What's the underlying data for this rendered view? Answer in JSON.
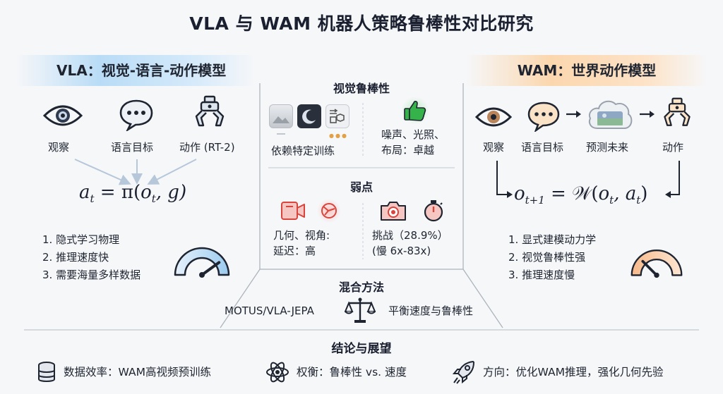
{
  "title": "VLA 与 WAM 机器人策略鲁棒性对比研究",
  "vla": {
    "heading": "VLA：视觉-语言-动作模型",
    "icons": [
      {
        "label": "观察",
        "icon": "eye-icon"
      },
      {
        "label": "语言目标",
        "icon": "speech-bubble-icon"
      },
      {
        "label": "动作 (RT-2)",
        "icon": "robot-gripper-icon"
      }
    ],
    "formula": {
      "lhs": "a",
      "lhs_sub": "t",
      "eq": " = π(",
      "o": "o",
      "o_sub": "t",
      "rest": ", g)"
    },
    "points": [
      "1. 隐式学习物理",
      "2. 推理速度快",
      "3. 需要海量多样数据"
    ],
    "gauge_icon": "speedometer-high-icon",
    "gauge_level": 0.8
  },
  "wam": {
    "heading": "WAM：世界动作模型",
    "icons": [
      {
        "label": "观察",
        "icon": "eye-icon"
      },
      {
        "label": "语言目标",
        "icon": "speech-bubble-icon"
      },
      {
        "label": "预测未来",
        "icon": "future-cloud-icon"
      },
      {
        "label": "动作",
        "icon": "robot-gripper-icon"
      }
    ],
    "formula": {
      "lhs": "o",
      "lhs_sub": "t+1",
      "eq": " = 𝒲(",
      "o": "o",
      "o_sub": "t",
      "rest": ", a",
      "a_sub": "t",
      "close": ")"
    },
    "points": [
      "1. 显式建模动力学",
      "2. 视觉鲁棒性强",
      "3. 推理速度慢"
    ],
    "gauge_icon": "speedometer-low-icon",
    "gauge_level": 0.25
  },
  "center": {
    "visual": {
      "heading": "视觉鲁棒性",
      "left_label": "依赖特定训练",
      "right_label_1": "噪声、光照、",
      "right_label_2": "布局：卓越"
    },
    "weakness": {
      "heading": "弱点",
      "left_1": "几何、视角:",
      "left_2": "延迟：高",
      "right_1": "挑战（28.9%）",
      "right_2": "(慢 6x-83x)"
    },
    "hybrid": {
      "heading": "混合方法",
      "left": "MOTUS/VLA-JEPA",
      "right": "平衡速度与鲁棒性"
    }
  },
  "conclusion": {
    "heading": "结论与展望",
    "items": [
      {
        "icon": "database-icon",
        "text": "数据效率：WAM高视频预训练"
      },
      {
        "icon": "atom-icon",
        "text": "权衡：鲁棒性 vs. 速度"
      },
      {
        "icon": "rocket-icon",
        "text": "方向：优化WAM推理，强化几何先验"
      }
    ]
  },
  "colors": {
    "vla_accent": "#b9dcf6",
    "wam_accent": "#fbd7ae",
    "good": "#36b24a",
    "warn": "#e2463f"
  }
}
